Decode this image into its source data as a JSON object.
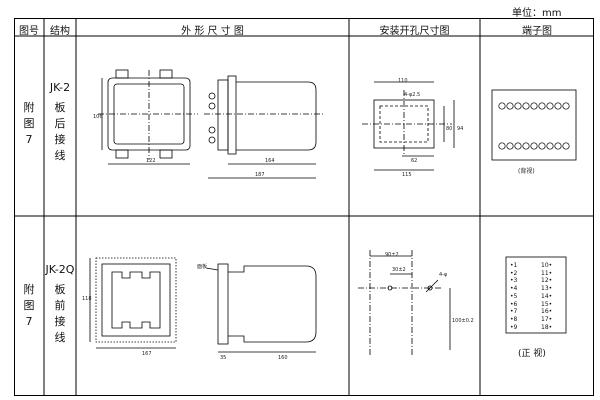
{
  "unit_label": "单位：mm",
  "headers": {
    "fig_no": "图号",
    "structure": "结构",
    "outline": "外 形 尺 寸 图",
    "mounting": "安装开孔尺寸图",
    "terminal": "端子图"
  },
  "rows": [
    {
      "fig_chars": [
        "附",
        "图",
        "7"
      ],
      "model": "JK-2",
      "struct_chars": [
        "板",
        "后",
        "接",
        "线"
      ],
      "outline_dims": {
        "height": "106",
        "d1": "122",
        "d2": "164",
        "d3": "187"
      },
      "mount_dims": {
        "w": "110",
        "hole": "4-φ2.5",
        "h1": "80",
        "h2": "94",
        "b1": "62",
        "b2": "115"
      },
      "terminal_caption": "(背视)"
    },
    {
      "fig_chars": [
        "附",
        "图",
        "7"
      ],
      "model": "JK-2Q",
      "struct_chars": [
        "板",
        "前",
        "接",
        "线"
      ],
      "outline_dims": {
        "height": "118",
        "width": "167",
        "panel": "面板",
        "d1": "35",
        "d2": "160"
      },
      "mount_dims": {
        "a": "90±2",
        "b": "30±2",
        "hole": "4-φ",
        "h": "100±0.2"
      },
      "terminals_left": [
        "1",
        "2",
        "3",
        "4",
        "5",
        "6",
        "7",
        "8",
        "9"
      ],
      "terminals_right": [
        "10",
        "11",
        "12",
        "13",
        "14",
        "15",
        "16",
        "17",
        "18"
      ],
      "terminal_caption": "(正 视)"
    }
  ]
}
